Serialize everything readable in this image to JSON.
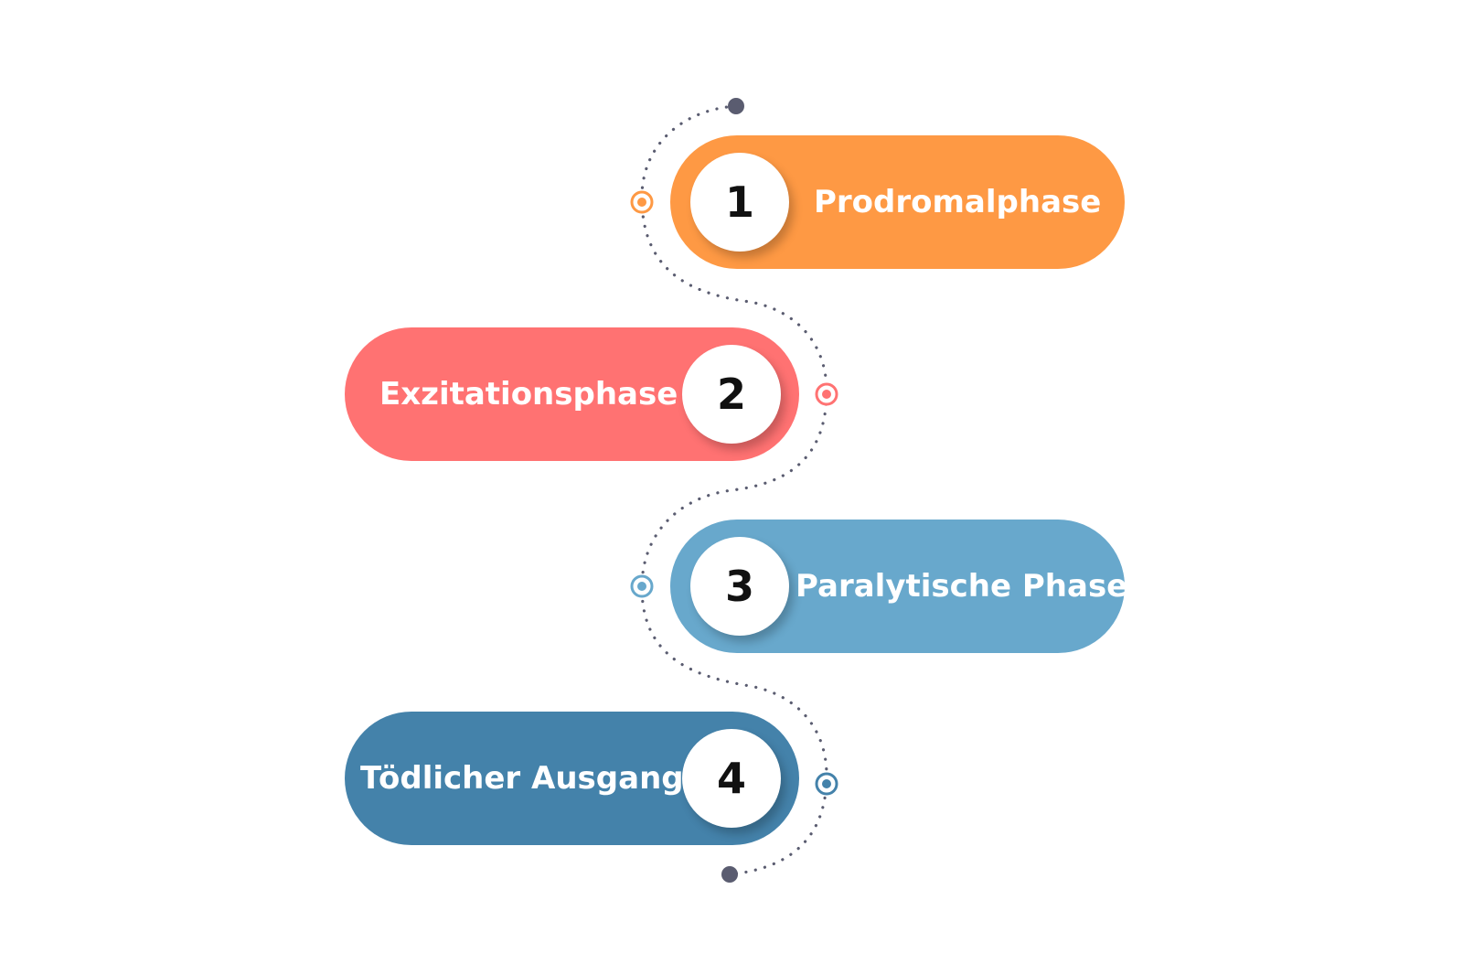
{
  "colors": {
    "background": "#ffffff",
    "connector": "#5a5c70",
    "phase_1": "#fe9944",
    "phase_2": "#ff7272",
    "phase_3": "#68a8cc",
    "phase_4": "#4482aa"
  },
  "phases": [
    {
      "number": "1",
      "label": "Prodromalphase"
    },
    {
      "number": "2",
      "label": "Exzitationsphase"
    },
    {
      "number": "3",
      "label": "Paralytische Phase"
    },
    {
      "number": "4",
      "label": "Tödlicher Ausgang"
    }
  ]
}
